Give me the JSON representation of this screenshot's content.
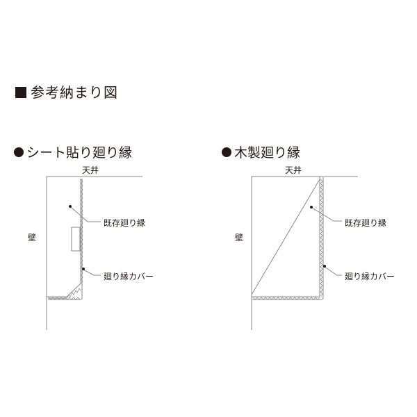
{
  "heading": "参考納まり図",
  "diagrams": [
    {
      "title": "シート貼り廻り縁",
      "ceiling_label": "天井",
      "wall_label": "壁",
      "callouts": [
        "既存廻り縁",
        "廻り縁カバー"
      ]
    },
    {
      "title": "木製廻り縁",
      "ceiling_label": "天井",
      "wall_label": "壁",
      "callouts": [
        "既存廻り縁",
        "廻り縁カバー"
      ]
    }
  ],
  "colors": {
    "ink": "#231815",
    "line": "#8a8a8a"
  }
}
